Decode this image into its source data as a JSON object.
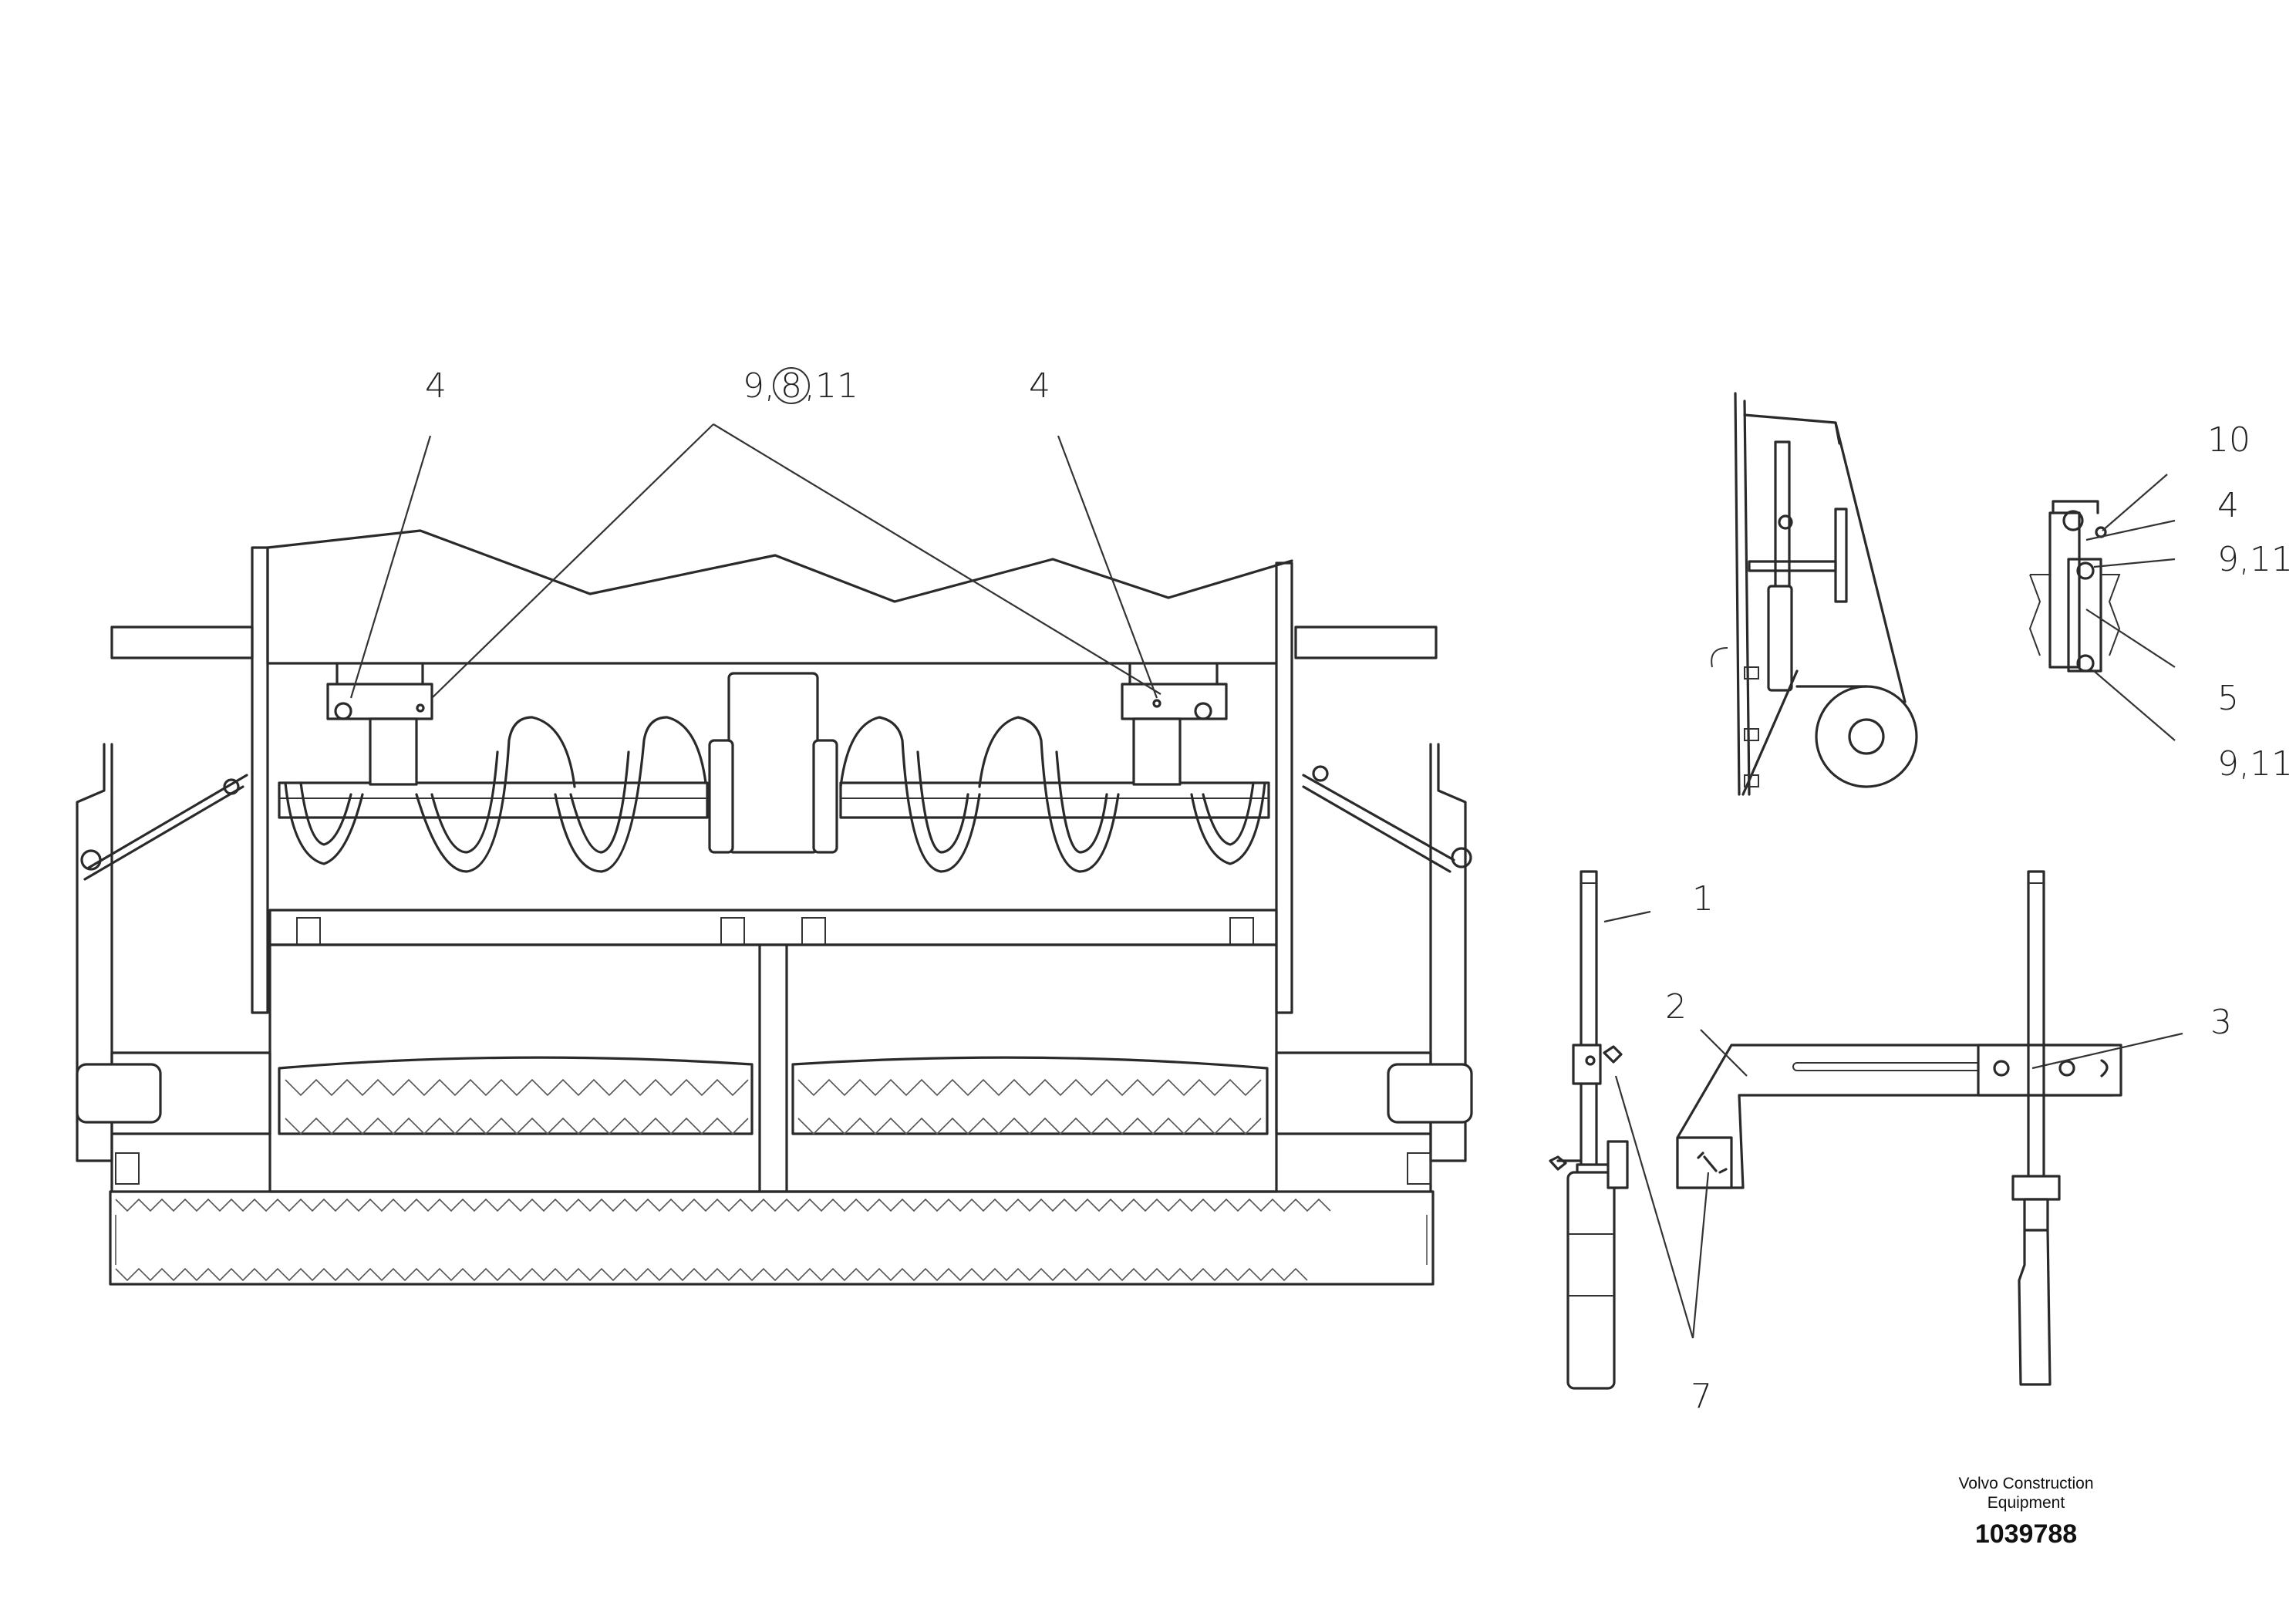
{
  "callouts": {
    "main_left_4": "4",
    "main_center_prefix": "9,",
    "main_center_circled": "8",
    "main_center_suffix": ",11",
    "main_right_4": "4",
    "detail_10": "10",
    "detail_4": "4",
    "detail_9_11_top": "9,11",
    "detail_5": "5",
    "detail_9_11_bottom": "9,11",
    "part_1": "1",
    "part_2": "2",
    "part_3": "3",
    "part_7": "7"
  },
  "footer": {
    "company_line1": "Volvo Construction",
    "company_line2": "Equipment",
    "drawing_number": "1039788"
  }
}
